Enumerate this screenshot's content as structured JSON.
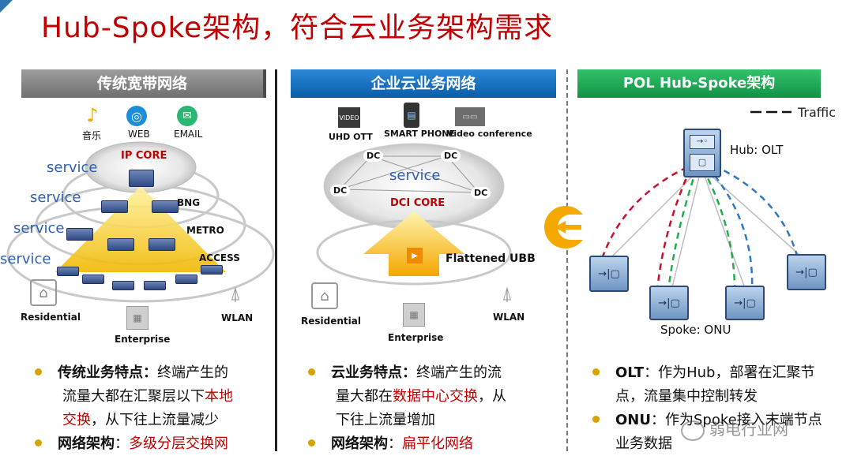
{
  "title": "Hub-Spoke架构，符合云业务架构需求",
  "col1": {
    "header": "传统宽带网络",
    "icons": [
      "音乐",
      "WEB",
      "EMAIL"
    ],
    "ip_core": "IP CORE",
    "services": [
      "service",
      "service",
      "service",
      "service"
    ],
    "layers": [
      "BNG",
      "METRO",
      "ACCESS"
    ],
    "endpoints": [
      "Residential",
      "Enterprise",
      "WLAN"
    ],
    "bullet1_key": "传统业务特点：",
    "bullet1_l1": "终端产生的",
    "bullet1_l2a": "流量大都在汇聚层以下",
    "bullet1_l2b": "本地",
    "bullet1_l3a": "交换",
    "bullet1_l3b": "，从下往上流量减少",
    "bullet2_key": "网络架构",
    "bullet2_sep": "：",
    "bullet2_val": "多级分层交换网"
  },
  "col2": {
    "header": "企业云业务网络",
    "icons": [
      "UHD OTT",
      "SMART PHONE",
      "Video conference"
    ],
    "dc": [
      "DC",
      "DC",
      "DC",
      "DC"
    ],
    "service": "service",
    "dci_core": "DCI CORE",
    "flattened": "Flattened UBB",
    "endpoints": [
      "Residential",
      "Enterprise",
      "WLAN"
    ],
    "bullet1_key": "云业务特点：",
    "bullet1_l1": "终端产生的流",
    "bullet1_l2a": "量大都在",
    "bullet1_l2b": "数据中心交换",
    "bullet1_l2c": "，从",
    "bullet1_l3": "下往上流量增加",
    "bullet2_key": "网络架构",
    "bullet2_sep": "：",
    "bullet2_val": "扁平化网络"
  },
  "col3": {
    "header": "POL Hub-Spoke架构",
    "legend": "Traffic",
    "hub": "Hub: OLT",
    "spoke": "Spoke: ONU",
    "bullet1_key": "OLT",
    "bullet1_l1": "：作为Hub，部署在汇聚节",
    "bullet1_l2": "点，流量集中控制转发",
    "bullet2_key": "ONU",
    "bullet2_l1": "：作为Spoke接入末端节点",
    "bullet2_l2": "业务数据"
  },
  "watermark": "弱电行业网",
  "colors": {
    "title": "#c00000",
    "accent_red": "#c00000",
    "blue_header": "#0b5ea8",
    "green_header": "#119246",
    "gray_header": "#7a7a7a",
    "service_blue": "#2e5fb0",
    "bullet": "#d6a400",
    "arrow_orange": "#f5a800"
  }
}
